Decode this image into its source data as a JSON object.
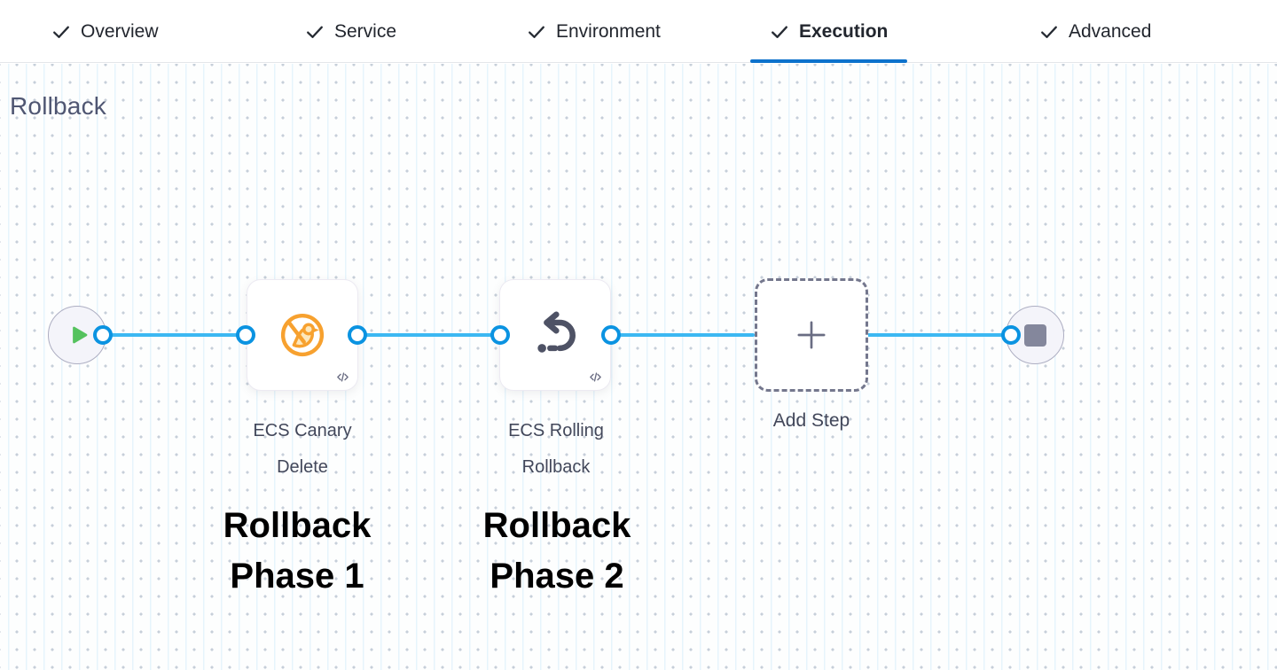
{
  "tabs": [
    {
      "label": "Overview",
      "checked": true,
      "active": false
    },
    {
      "label": "Service",
      "checked": true,
      "active": false
    },
    {
      "label": "Environment",
      "checked": true,
      "active": false
    },
    {
      "label": "Execution",
      "checked": true,
      "active": true
    },
    {
      "label": "Advanced",
      "checked": true,
      "active": false
    }
  ],
  "section_title": "Rollback",
  "pipeline": {
    "start_node": {
      "icon": "play-icon"
    },
    "steps": [
      {
        "name": "ECS Canary Delete",
        "icon": "ecs-canary-delete-icon",
        "code_badge_icon": "code-icon"
      },
      {
        "name": "ECS Rolling Rollback",
        "icon": "ecs-rolling-rollback-icon",
        "code_badge_icon": "code-icon"
      }
    ],
    "add_step_label": "Add Step",
    "add_step_icon": "plus-icon",
    "end_node": {
      "icon": "stop-icon"
    }
  },
  "annotations": [
    {
      "text": "Rollback Phase 1"
    },
    {
      "text": "Rollback Phase 2"
    }
  ],
  "icons": {
    "tab_check": "check-icon",
    "code_badge": "code-slash-icon",
    "start": "play-icon",
    "end": "stop-icon",
    "add": "plus-icon"
  },
  "colors": {
    "tab_active_underline": "#0d72cc",
    "connector_line": "#3cb8f2",
    "connector_port_border": "#0b93e1",
    "play_green": "#55c25e",
    "stop_gray": "#84879c",
    "canary_orange": "#f7a12f",
    "rollback_icon": "#4e5265",
    "annotation_black": "#000000"
  }
}
